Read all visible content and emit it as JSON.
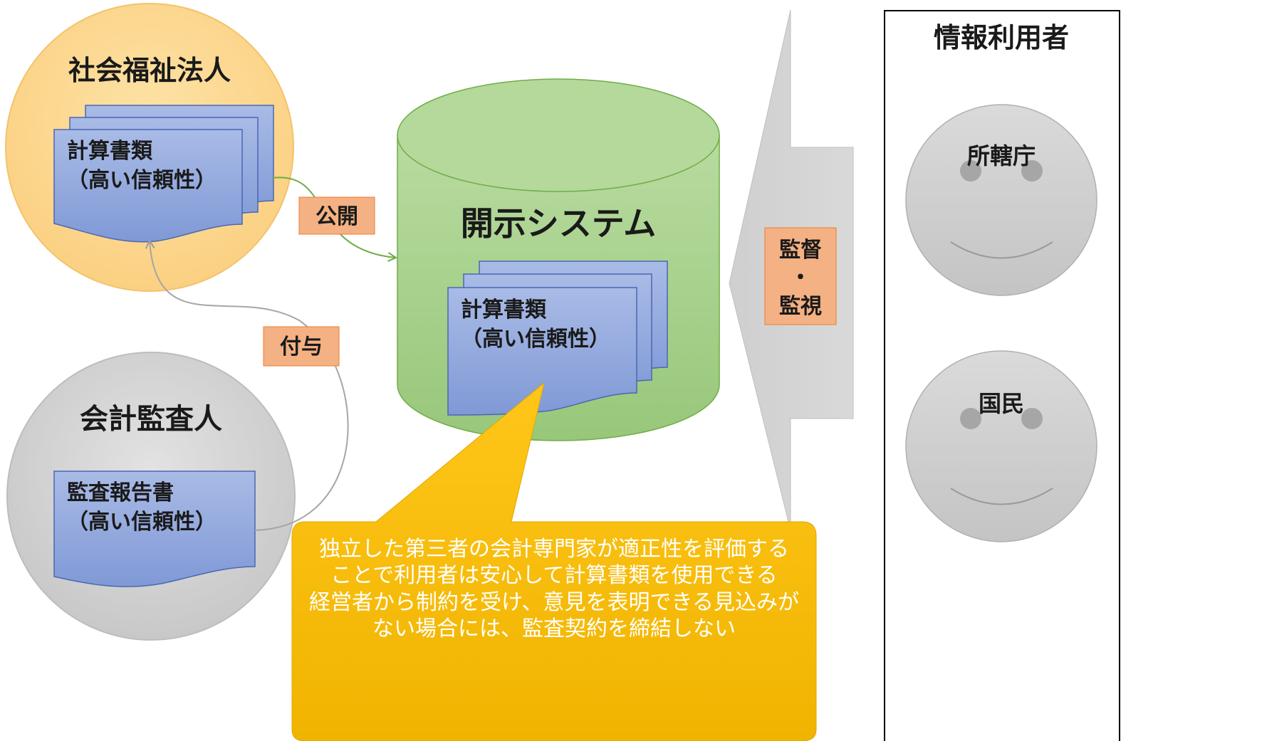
{
  "corp": {
    "title": "社会福祉法人",
    "doc_line1": "計算書類",
    "doc_line2": "（高い信頼性）"
  },
  "auditor": {
    "title": "会計監査人",
    "doc_line1": "監査報告書",
    "doc_line2": "（高い信頼性）"
  },
  "system": {
    "title": "開示システム",
    "doc_line1": "計算書類",
    "doc_line2": "（高い信頼性）"
  },
  "labels": {
    "publish": "公開",
    "grant": "付与",
    "supervise_1": "監督",
    "supervise_dot": "・",
    "supervise_2": "監視"
  },
  "users": {
    "title": "情報利用者",
    "face1": "所轄庁",
    "face2": "国民"
  },
  "callout": {
    "lines": [
      "独立した第三者の会計専門家が適正性を評価する",
      "ことで利用者は安心して計算書類を使用できる",
      "経営者から制約を受け、意見を表明できる見込みが",
      "ない場合には、監査契約を締結しない"
    ]
  },
  "colors": {
    "corp_circle": "#fcd98b",
    "auditor_circle": "#d4d4d4",
    "cylinder": "#a9d18e",
    "document": "#8fa7dc",
    "label_box": "#f4b183",
    "callout": "#ffc000",
    "face": "#d0d0d0"
  }
}
